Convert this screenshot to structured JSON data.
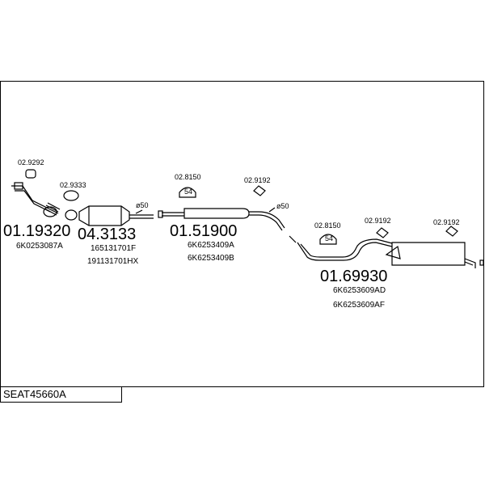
{
  "diagram": {
    "reference": "SEAT45660A",
    "parts": [
      {
        "number": "01.19320",
        "codes": [
          "6K0253087A"
        ]
      },
      {
        "number": "04.3133",
        "codes": [
          "165131701F",
          "191131701HX"
        ]
      },
      {
        "number": "01.51900",
        "codes": [
          "6K6253409A",
          "6K6253409B"
        ]
      },
      {
        "number": "01.69930",
        "codes": [
          "6K6253609AD",
          "6K6253609AF"
        ]
      }
    ],
    "accessories": [
      "02.9292",
      "02.9333",
      "02.8150",
      "02.9192",
      "02.8150",
      "02.9192",
      "02.9192"
    ],
    "hanger_marks": [
      "54",
      "54"
    ],
    "diameters": [
      "ø50",
      "ø50"
    ]
  }
}
